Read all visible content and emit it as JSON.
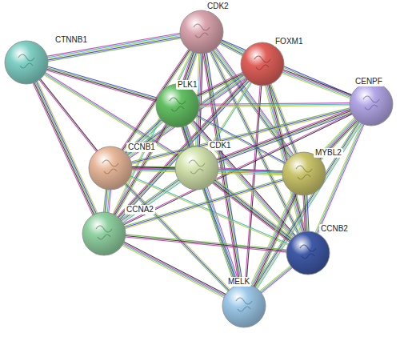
{
  "diagram": {
    "nodes": [
      {
        "text": [
          "CDK2"
        ]
      },
      {
        "text": [
          "CTNNB1"
        ]
      },
      {
        "text": [
          "FOXM1"
        ]
      },
      {
        "text": [
          "PLK1"
        ]
      },
      {
        "text": [
          "CENPF"
        ]
      },
      {
        "text": [
          "CCNB1"
        ]
      },
      {
        "text": [
          "CDK1"
        ]
      },
      {
        "text": [
          "MYBL2"
        ]
      },
      {
        "text": [
          "CCNA2"
        ]
      },
      {
        "text": [
          "CCNB2"
        ]
      },
      {
        "text": [
          "MELK"
        ]
      }
    ],
    "edges": [
      {
        "from": 1,
        "to": 0,
        "arrow": "none"
      },
      {
        "from": 1,
        "to": 3,
        "arrow": "none"
      },
      {
        "from": 1,
        "to": 5,
        "arrow": "none"
      },
      {
        "from": 1,
        "to": 6,
        "arrow": "none"
      },
      {
        "from": 1,
        "to": 8,
        "arrow": "none"
      },
      {
        "from": 0,
        "to": 2,
        "arrow": "none"
      },
      {
        "from": 0,
        "to": 3,
        "arrow": "none"
      },
      {
        "from": 0,
        "to": 4,
        "arrow": "none"
      },
      {
        "from": 0,
        "to": 5,
        "arrow": "none"
      },
      {
        "from": 0,
        "to": 6,
        "arrow": "none"
      },
      {
        "from": 0,
        "to": 7,
        "arrow": "none"
      },
      {
        "from": 0,
        "to": 8,
        "arrow": "none"
      },
      {
        "from": 0,
        "to": 9,
        "arrow": "none"
      },
      {
        "from": 0,
        "to": 10,
        "arrow": "none"
      },
      {
        "from": 2,
        "to": 3,
        "arrow": "none"
      },
      {
        "from": 2,
        "to": 4,
        "arrow": "none"
      },
      {
        "from": 2,
        "to": 5,
        "arrow": "none"
      },
      {
        "from": 2,
        "to": 6,
        "arrow": "none"
      },
      {
        "from": 2,
        "to": 7,
        "arrow": "none"
      },
      {
        "from": 2,
        "to": 8,
        "arrow": "none"
      },
      {
        "from": 2,
        "to": 9,
        "arrow": "none"
      },
      {
        "from": 2,
        "to": 10,
        "arrow": "none"
      },
      {
        "from": 3,
        "to": 4,
        "arrow": "none"
      },
      {
        "from": 3,
        "to": 5,
        "arrow": "none"
      },
      {
        "from": 3,
        "to": 6,
        "arrow": "none"
      },
      {
        "from": 3,
        "to": 7,
        "arrow": "none"
      },
      {
        "from": 3,
        "to": 8,
        "arrow": "none"
      },
      {
        "from": 3,
        "to": 9,
        "arrow": "none"
      },
      {
        "from": 3,
        "to": 10,
        "arrow": "none"
      },
      {
        "from": 4,
        "to": 5,
        "arrow": "none"
      },
      {
        "from": 4,
        "to": 6,
        "arrow": "none"
      },
      {
        "from": 4,
        "to": 7,
        "arrow": "none"
      },
      {
        "from": 4,
        "to": 8,
        "arrow": "none"
      },
      {
        "from": 4,
        "to": 9,
        "arrow": "none"
      },
      {
        "from": 4,
        "to": 10,
        "arrow": "none"
      },
      {
        "from": 5,
        "to": 6,
        "arrow": "none"
      },
      {
        "from": 5,
        "to": 7,
        "arrow": "none"
      },
      {
        "from": 5,
        "to": 8,
        "arrow": "none"
      },
      {
        "from": 5,
        "to": 9,
        "arrow": "none"
      },
      {
        "from": 5,
        "to": 10,
        "arrow": "none"
      },
      {
        "from": 6,
        "to": 7,
        "arrow": "none"
      },
      {
        "from": 6,
        "to": 8,
        "arrow": "none"
      },
      {
        "from": 6,
        "to": 9,
        "arrow": "none"
      },
      {
        "from": 6,
        "to": 10,
        "arrow": "none"
      },
      {
        "from": 7,
        "to": 8,
        "arrow": "none"
      },
      {
        "from": 7,
        "to": 9,
        "arrow": "none"
      },
      {
        "from": 7,
        "to": 10,
        "arrow": "none"
      },
      {
        "from": 8,
        "to": 9,
        "arrow": "none"
      },
      {
        "from": 8,
        "to": 10,
        "arrow": "none"
      },
      {
        "from": 9,
        "to": 10,
        "arrow": "none"
      }
    ]
  }
}
